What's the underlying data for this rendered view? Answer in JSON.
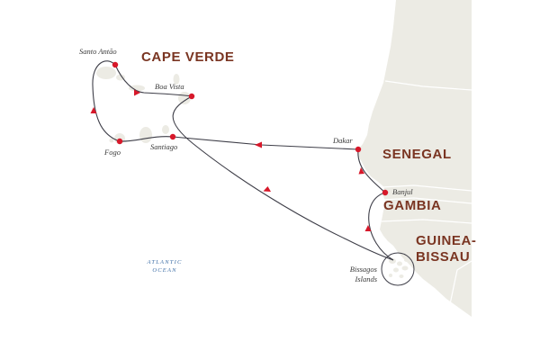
{
  "colors": {
    "land": "#ecebe4",
    "ocean": "#ffffff",
    "route": "#3e3e48",
    "stop": "#d7182a",
    "country_label": "#7a3522",
    "place_label": "#3a3a3a",
    "ocean_label": "#3f6fa7"
  },
  "map": {
    "countries": {
      "cape_verde": "CAPE VERDE",
      "senegal": "SENEGAL",
      "gambia": "GAMBIA",
      "guinea_bissau_line1": "GUINEA-",
      "guinea_bissau_line2": "BISSAU"
    },
    "places": {
      "santo_antao": "Santo Antão",
      "boa_vista": "Boa Vista",
      "santiago": "Santiago",
      "fogo": "Fogo",
      "dakar": "Dakar",
      "banjul": "Banjul",
      "bissagos_line1": "Bissagos",
      "bissagos_line2": "Islands"
    },
    "ocean": {
      "line1": "ATLANTIC",
      "line2": "OCEAN"
    }
  }
}
